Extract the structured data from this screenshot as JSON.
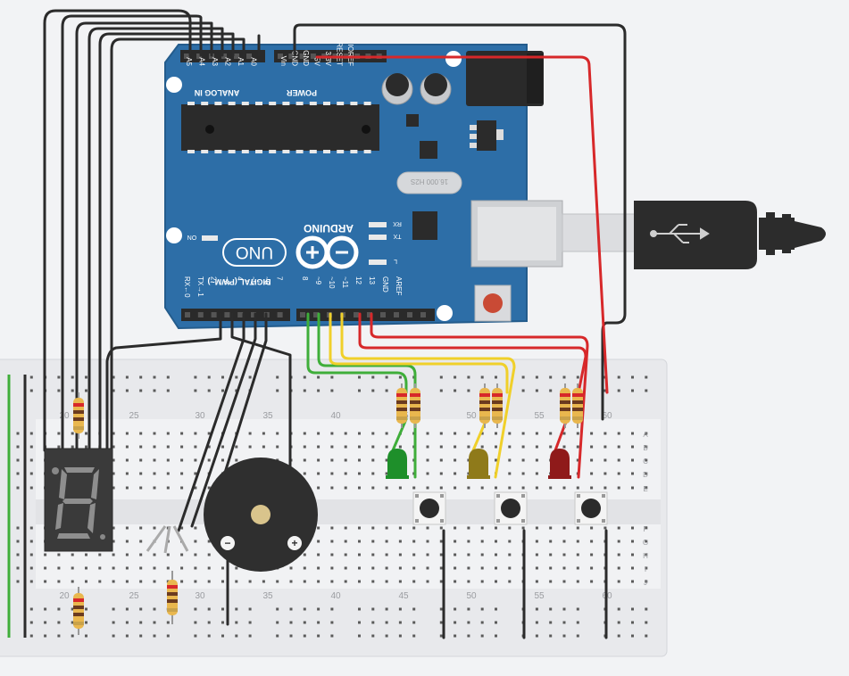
{
  "arduino": {
    "brand": "ARDUINO",
    "model": "UNO",
    "on_label": "ON",
    "tx_label": "TX",
    "rx_label": "RX",
    "l_label": "L",
    "crystal_label": "16.000 H2S",
    "analog_header": "ANALOG IN",
    "power_header": "POWER",
    "digital_header": "DIGITAL (PWM~)",
    "analog_pins": [
      "A5",
      "A4",
      "A3",
      "A2",
      "A1",
      "A0"
    ],
    "power_pins": [
      "Vin",
      "GND",
      "GND",
      "5V",
      "3.3V",
      "RESET",
      "IOREF"
    ],
    "digital_low_pins": [
      "RX←0",
      "TX→1",
      "2",
      "~3",
      "4",
      "~5",
      "~6",
      "7"
    ],
    "digital_high_pins": [
      "8",
      "~9",
      "~10",
      "~11",
      "12",
      "13",
      "GND",
      "AREF"
    ]
  },
  "breadboard": {
    "column_numbers": [
      "20",
      "25",
      "30",
      "35",
      "40",
      "45",
      "50",
      "55",
      "60"
    ],
    "top_row_letters": [
      "A",
      "B",
      "C",
      "D",
      "E"
    ],
    "bottom_row_letters": [
      "F",
      "G",
      "H",
      "I",
      "J"
    ]
  },
  "buzzer": {
    "minus": "−",
    "plus": "+"
  },
  "colors": {
    "board": "#2d6ea7",
    "wire_black": "#2b2b2b",
    "wire_red": "#d7282a",
    "wire_green": "#3fae3a",
    "wire_yellow": "#f0d02a",
    "led_green": "#1e8f2a",
    "led_yellow": "#8f7a1a",
    "led_red": "#8f1a1a"
  }
}
